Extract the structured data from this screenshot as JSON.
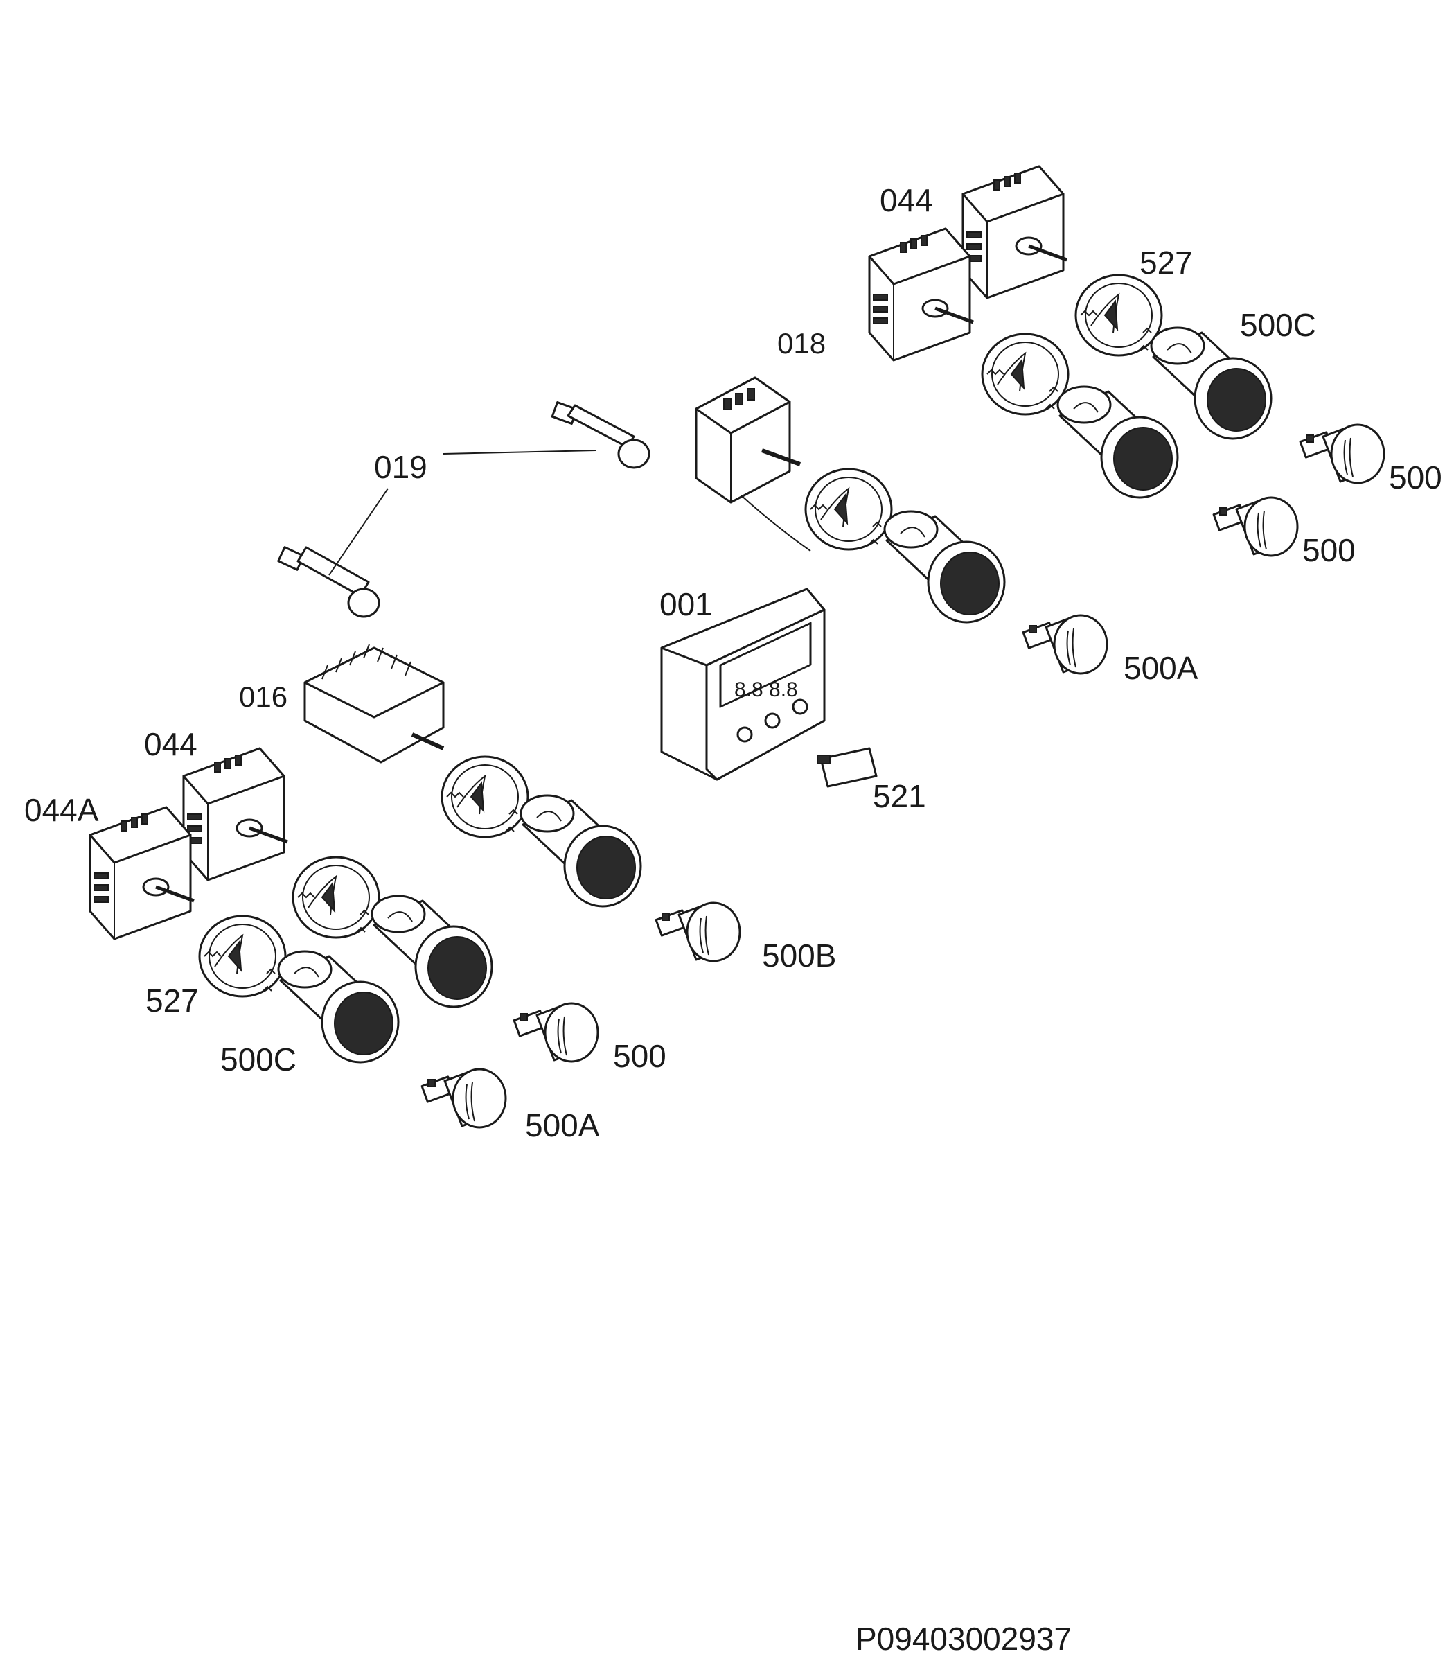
{
  "labels": {
    "l044_top": "044",
    "l527_top": "527",
    "l500C_top": "500C",
    "l018": "018",
    "l019": "019",
    "l500_r1": "500",
    "l500_r2": "500",
    "l001": "001",
    "l500A_mid": "500A",
    "l016": "016",
    "l044_left": "044",
    "l044A": "044A",
    "l521": "521",
    "l500B": "500B",
    "l527_left": "527",
    "l500_low": "500",
    "l500C_left": "500C",
    "l500A_low": "500A"
  },
  "drawing_code": "P09403002937"
}
